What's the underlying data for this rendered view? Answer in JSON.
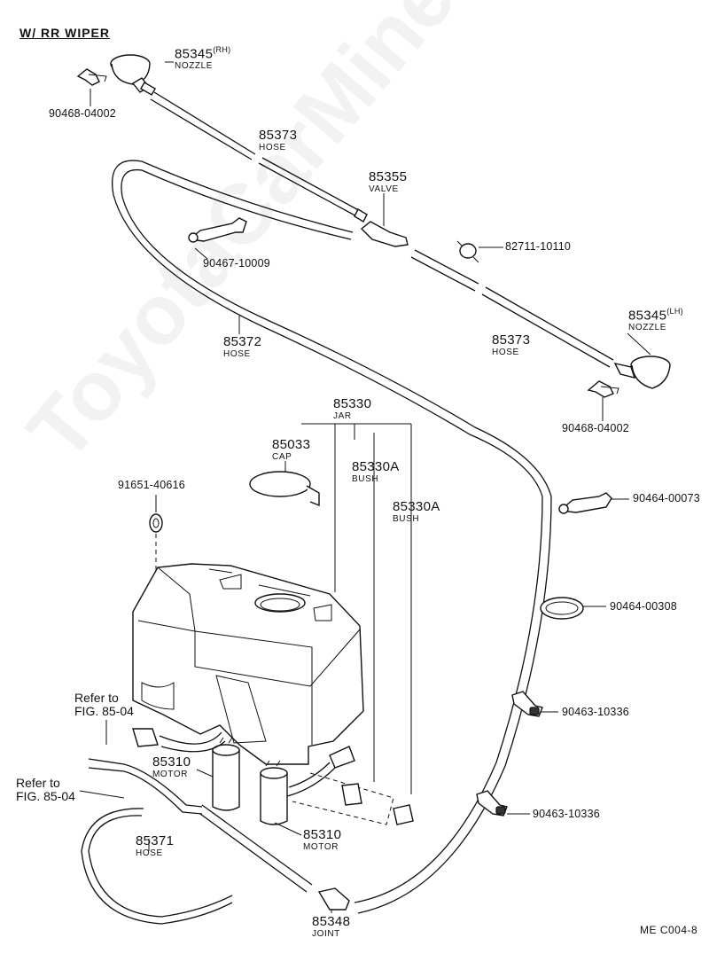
{
  "header": {
    "title": "W/ RR WIPER"
  },
  "labels": {
    "nozzle_rh": {
      "num": "85345",
      "suffix": "(RH)",
      "name": "NOZZLE"
    },
    "clip_rh": {
      "num": "90468-04002"
    },
    "hose_85373_top": {
      "num": "85373",
      "name": "HOSE"
    },
    "valve": {
      "num": "85355",
      "name": "VALVE"
    },
    "clamp_82711": {
      "num": "82711-10110"
    },
    "clamp_90467": {
      "num": "90467-10009"
    },
    "nozzle_lh": {
      "num": "85345",
      "suffix": "(LH)",
      "name": "NOZZLE"
    },
    "hose_85373_right": {
      "num": "85373",
      "name": "HOSE"
    },
    "hose_85372": {
      "num": "85372",
      "name": "HOSE"
    },
    "clip_lh": {
      "num": "90468-04002"
    },
    "jar": {
      "num": "85330",
      "name": "JAR"
    },
    "cap": {
      "num": "85033",
      "name": "CAP"
    },
    "bush_1": {
      "num": "85330A",
      "name": "BUSH"
    },
    "bush_2": {
      "num": "85330A",
      "name": "BUSH"
    },
    "bolt_91651": {
      "num": "91651-40616"
    },
    "clamp_90464_00073": {
      "num": "90464-00073"
    },
    "clamp_90464_00308": {
      "num": "90464-00308"
    },
    "clip_90463_a": {
      "num": "90463-10336"
    },
    "clip_90463_b": {
      "num": "90463-10336"
    },
    "motor_1": {
      "num": "85310",
      "name": "MOTOR"
    },
    "motor_2": {
      "num": "85310",
      "name": "MOTOR"
    },
    "hose_85371": {
      "num": "85371",
      "name": "HOSE"
    },
    "joint": {
      "num": "85348",
      "name": "JOINT"
    },
    "ref_1": {
      "line1": "Refer to",
      "line2": "FIG. 85-04"
    },
    "ref_2": {
      "line1": "Refer to",
      "line2": "FIG. 85-04"
    }
  },
  "footer": {
    "code": "ME  C004-8"
  },
  "watermark": "ToyotaCarMine.ru"
}
